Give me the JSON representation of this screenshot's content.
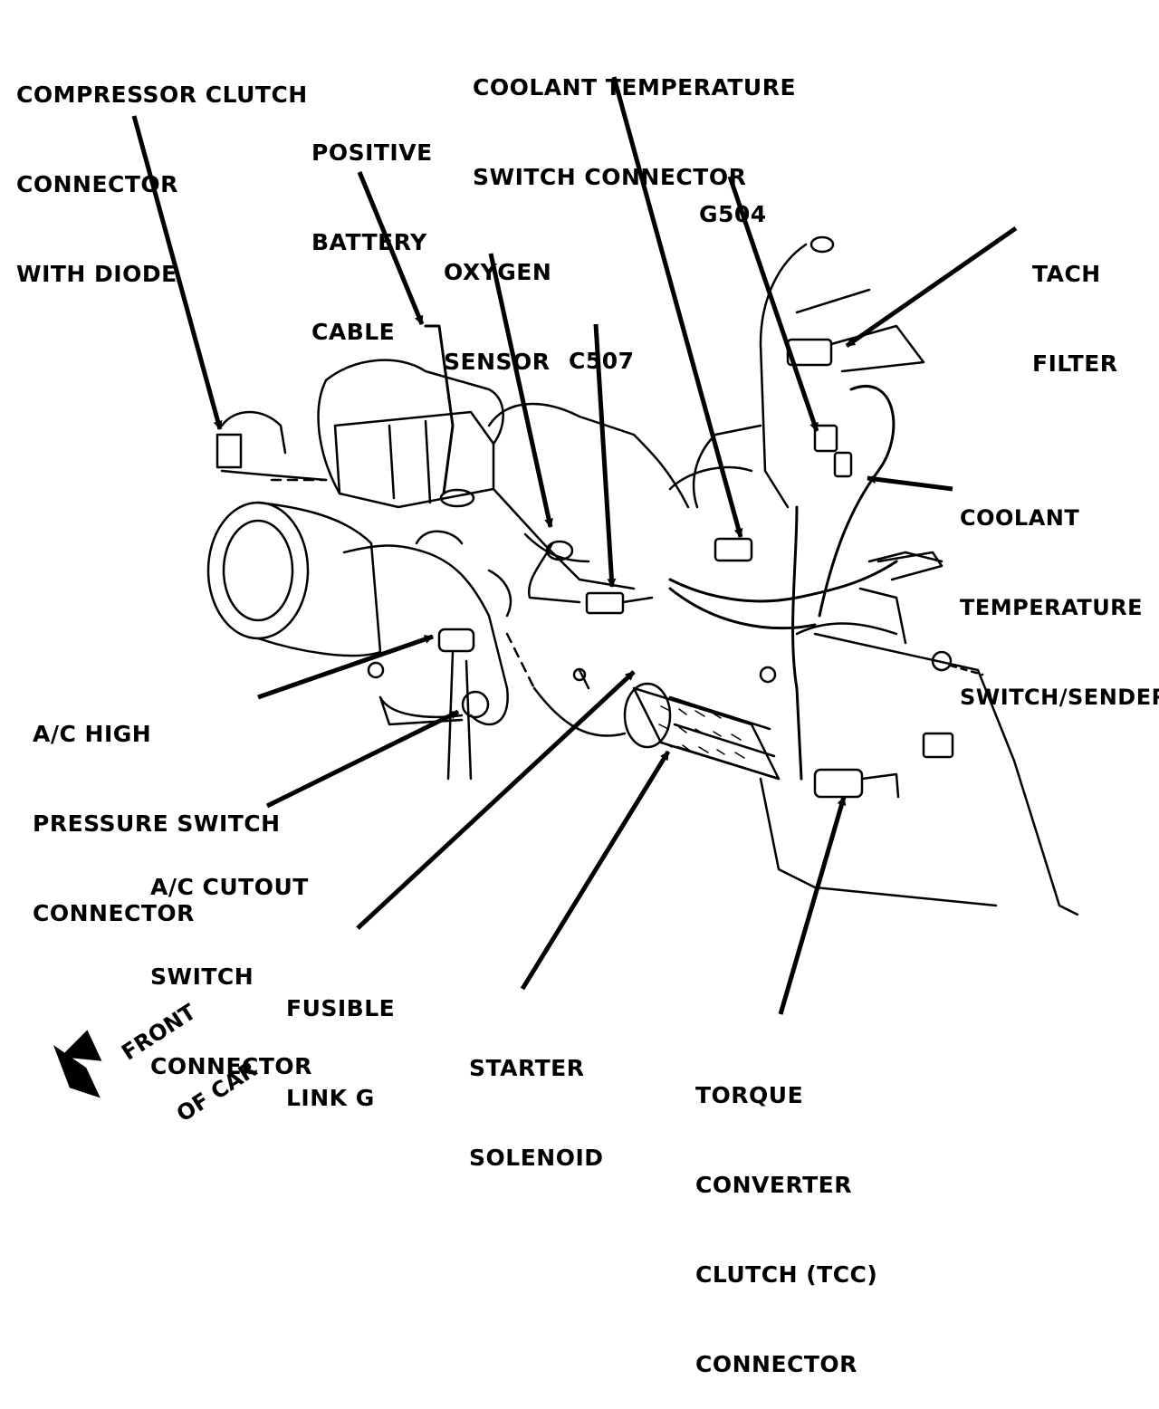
{
  "labels": {
    "compressor_clutch": [
      "COMPRESSOR CLUTCH",
      "CONNECTOR",
      "WITH DIODE"
    ],
    "positive_battery": [
      "POSITIVE",
      "BATTERY",
      "CABLE"
    ],
    "oxygen_sensor": [
      "OXYGEN",
      "SENSOR"
    ],
    "c507": [
      "C507"
    ],
    "coolant_temp_switch_connector": [
      "COOLANT TEMPERATURE",
      "SWITCH CONNECTOR"
    ],
    "g504": [
      "G504"
    ],
    "tach_filter": [
      "TACH",
      "FILTER"
    ],
    "coolant_temp_sender": [
      "COOLANT",
      "TEMPERATURE",
      "SWITCH/SENDER"
    ],
    "ac_high_pressure": [
      "A/C HIGH",
      "PRESSURE SWITCH",
      "CONNECTOR"
    ],
    "ac_cutout": [
      "A/C CUTOUT",
      "SWITCH",
      "CONNECTOR"
    ],
    "fusible_link": [
      "FUSIBLE",
      "LINK G"
    ],
    "starter_solenoid": [
      "STARTER",
      "SOLENOID"
    ],
    "tcc_connector": [
      "TORQUE",
      "CONVERTER",
      "CLUTCH (TCC)",
      "CONNECTOR"
    ],
    "front_of_car": [
      "FRONT",
      "OF CAR"
    ]
  }
}
